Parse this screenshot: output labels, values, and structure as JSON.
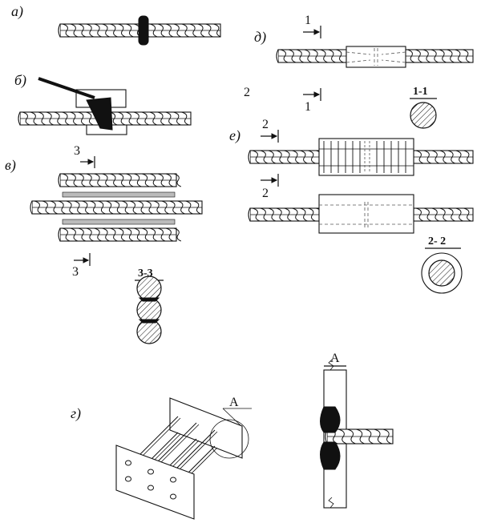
{
  "diagram": {
    "labels": {
      "a": "а)",
      "b": "б)",
      "v": "в)",
      "g": "г)",
      "d": "д)",
      "e": "е)"
    },
    "section_marks": {
      "cut1_top": "1",
      "cut1_bottom": "1",
      "cut1_left": "2",
      "cut2_top": "2",
      "cut2_bottom": "2",
      "cut3_top": "3",
      "cut3_bottom": "3"
    },
    "section_titles": {
      "s11": "1-1",
      "s22": "2- 2",
      "s33": "3-3"
    },
    "detail": {
      "callout": "А",
      "detail_title": "А"
    }
  }
}
